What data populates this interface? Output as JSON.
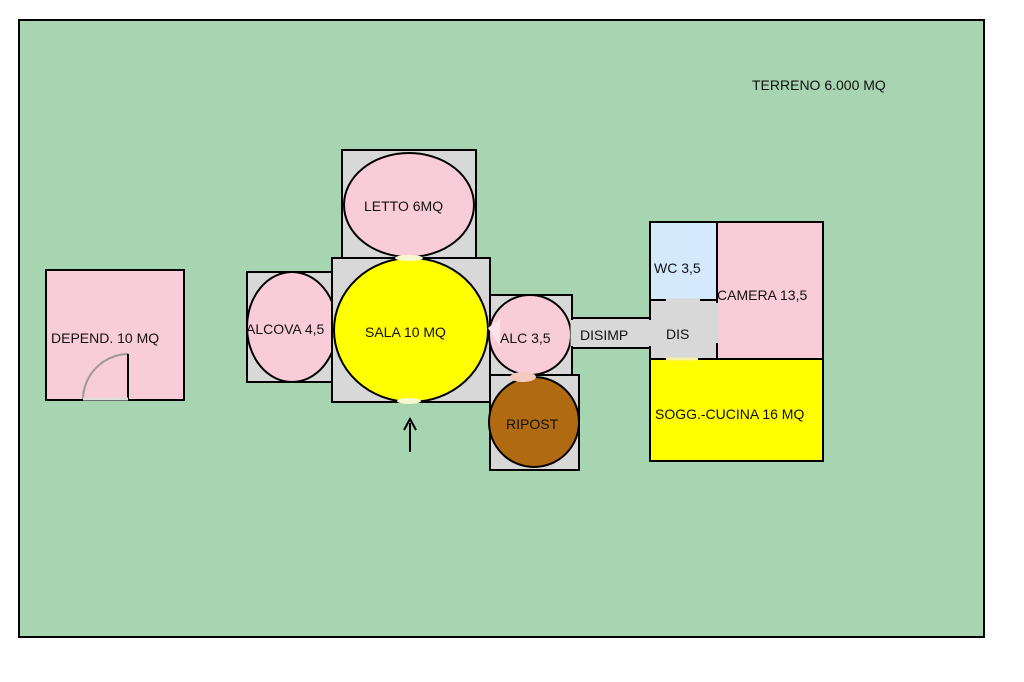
{
  "terrain": {
    "label": "TERRENO 6.000 MQ"
  },
  "rooms": {
    "letto": "LETTO 6MQ",
    "alcova": "ALCOVA 4,5",
    "sala": "SALA 10 MQ",
    "alc": "ALC 3,5",
    "ripost": "RIPOST",
    "disimp": "DISIMP",
    "dis": "DIS",
    "wc": "WC 3,5",
    "camera": "CAMERA 13,5",
    "cucina": "SOGG.-CUCINA 16 MQ",
    "depend": "DEPEND. 10 MQ"
  },
  "colors": {
    "terrain": "#a8d5b1",
    "pink": "#f8ccd8",
    "yellow": "#ffff00",
    "grey": "#d8d8d8",
    "lightblue": "#d4e9fb",
    "brown": "#b06a12"
  }
}
